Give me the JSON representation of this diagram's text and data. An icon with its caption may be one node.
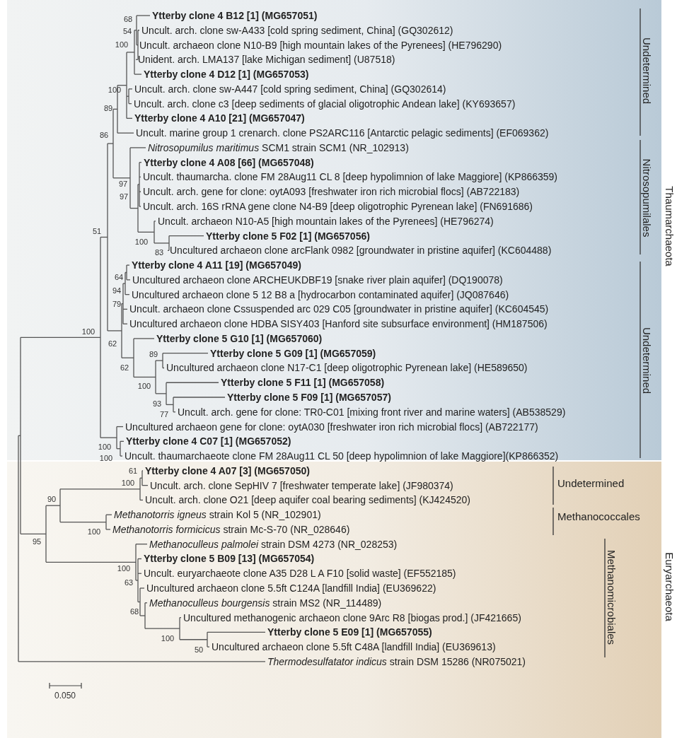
{
  "diagram": {
    "labels": [
      "Ytterby clone 4 B12 [1] (MG657051)",
      "Uncult. arch. clone sw-A433 [cold spring sediment, China] (GQ302612)",
      "Uncult. archaeon clone N10-B9 [high mountain lakes of the Pyrenees] (HE796290)",
      "Unident. arch. LMA137 [lake Michigan sediment] (U87518)",
      "Ytterby clone 4 D12 [1] (MG657053)",
      "Uncult. arch. clone sw-A447  [cold spring sediment, China] (GQ302614)",
      "Uncult. arch. clone c3 [deep sediments of glacial oligotrophic Andean lake] (KY693657)",
      "Ytterby clone 4 A10 [21] (MG657047)",
      "Uncult. marine group 1 crenarch. clone PS2ARC116 [Antarctic pelagic sediments] (EF069362)",
      "*Nitrosopumilus maritimus* SCM1 strain SCM1 (NR_102913)",
      "Ytterby clone 4 A08 [66] (MG657048)",
      "Uncult. thaumarcha. clone FM 28Aug11 CL 8 [deep hypolimnion of lake Maggiore] (KP866359)",
      "Uncult. arch. gene for clone: oytA093 [freshwater iron rich microbial flocs] (AB722183)",
      "Uncult. arch. 16S rRNA gene clone N4-B9 [deep oligotrophic Pyrenean lake] (FN691686)",
      "Uncult. archaeon N10-A5 [high mountain lakes of the Pyrenees] (HE796274)",
      "Ytterby clone 5 F02 [1] (MG657056)",
      "Uncultured archaeon clone arcFlank 0982 [groundwater in pristine aquifer] (KC604488)",
      "Ytterby clone 4 A11 [19] (MG657049)",
      "Uncultured archaeon clone ARCHEUKDBF19 [snake river plain aquifer] (DQ190078)",
      "Uncultured archaeon clone 5 12 B8 a [hydrocarbon contaminated aquifer] (JQ087646)",
      "Uncult. archaeon clone Cssuspended arc 029 C05 [groundwater in pristine aquifer] (KC604545)",
      "Uncultured archaeon clone HDBA SISY403 [Hanford site subsurface environment] (HM187506)",
      "Ytterby clone 5 G10 [1] (MG657060)",
      "Ytterby clone 5 G09 [1] (MG657059)",
      "Uncultured archaeon clone N17-C1 [deep oligotrophic Pyrenean lake] (HE589650)",
      "Ytterby clone 5 F11 [1] (MG657058)",
      "Ytterby clone 5 F09 [1] (MG657057)",
      "Uncult. arch. gene for clone: TR0-C01 [mixing front river and marine waters] (AB538529)",
      "Uncultured archaeon gene for clone: oytA030 [freshwater iron rich microbial flocs] (AB722177)",
      "Ytterby clone 4 C07 [1] (MG657052)",
      "Uncult. thaumarchaeote clone FM 28Aug11 CL 50 [deep hypolimnion of lake Maggiore](KP866352)",
      "Ytterby clone 4 A07 [3] (MG657050)",
      "Uncult. arch. clone SepHIV 7 [freshwater temperate lake] (JF980374)",
      "Uncult. arch. clone O21   [deep aquifer coal bearing sediments] (KJ424520)",
      "*Methanotorris igneus* strain Kol 5 (NR_102901)",
      "*Methanotorris formicicus* strain Mc-S-70 (NR_028646)",
      "*Methanoculleus palmolei* strain DSM 4273 (NR_028253)",
      "Ytterby clone 5 B09 [13] (MG657054)",
      "Uncult. euryarchaeote clone A35 D28 L A F10 [solid waste] (EF552185)",
      "Uncultured archaeon clone 5.5ft C124A [landfill India] (EU369622)",
      "*Methanoculleus bourgensis* strain MS2 (NR_114489)",
      "Uncultured methanogenic archaeon clone 9Arc R8 [biogas prod.] (JF421665)",
      "Ytterby clone 5 E09 [1] (MG657055)",
      "Uncultured archaeon clone 5.5ft C48A [landfill India] (EU369613)",
      "*Thermodesulfatator indicus* strain DSM 15286 (NR075021)",
      "68",
      "54",
      "100",
      "100",
      "89",
      "86",
      "97",
      "97",
      "51",
      "100",
      "83",
      "64",
      "94",
      "79",
      "100",
      "62",
      "89",
      "62",
      "100",
      "93",
      "77",
      "100",
      "100",
      "61",
      "100",
      "90",
      "100",
      "95",
      "100",
      "63",
      "68",
      "100",
      "50",
      "Undetermined",
      "Nitrosopumilales",
      "Undetermined",
      "Thaumarchaeota",
      "Undetermined",
      "Methanococcales",
      "Methanomicrobiales",
      "Euryarchaeota",
      "0.050"
    ]
  }
}
